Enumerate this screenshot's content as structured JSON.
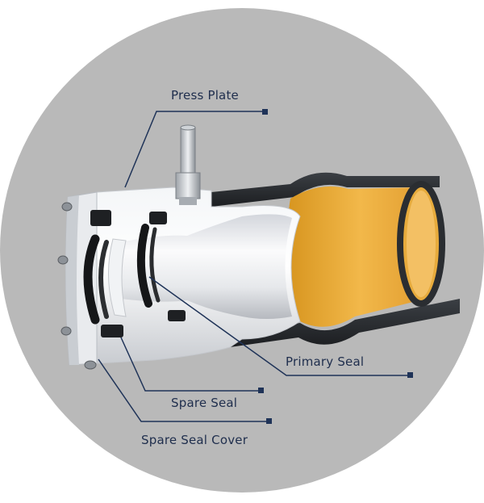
{
  "diagram": {
    "background_color": "#b9b9b9",
    "line_color": "#1f3358",
    "callouts": [
      {
        "id": "press-plate",
        "label": "Press Plate"
      },
      {
        "id": "primary-seal",
        "label": "Primary Seal"
      },
      {
        "id": "spare-seal",
        "label": "Spare Seal"
      },
      {
        "id": "spare-seal-cover",
        "label": "Spare Seal Cover"
      }
    ]
  }
}
